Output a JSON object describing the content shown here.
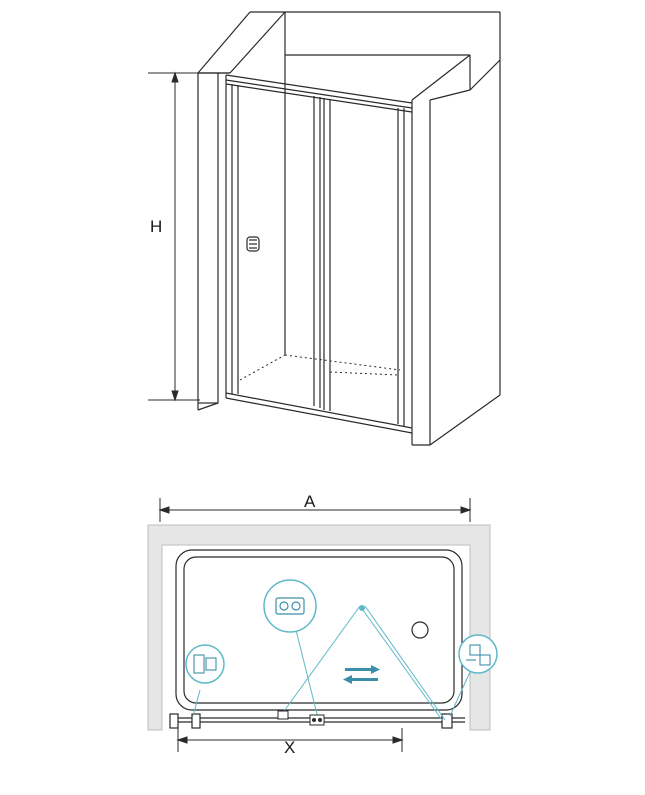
{
  "labels": {
    "height": "H",
    "width": "A",
    "opening": "X"
  },
  "colors": {
    "line": "#2a2a2a",
    "wall_fill": "#e6e6e6",
    "detail_accent": "#5fb8c8",
    "arrow_accent": "#3c8fa8"
  },
  "icons": {
    "handle": "door-handle-icon",
    "roller_detail": "roller-detail-icon",
    "wall_profile_detail": "wall-profile-detail-icon",
    "corner_detail": "corner-profile-detail-icon",
    "slide_arrows": "slide-direction-arrows-icon",
    "drain": "drain-icon"
  }
}
